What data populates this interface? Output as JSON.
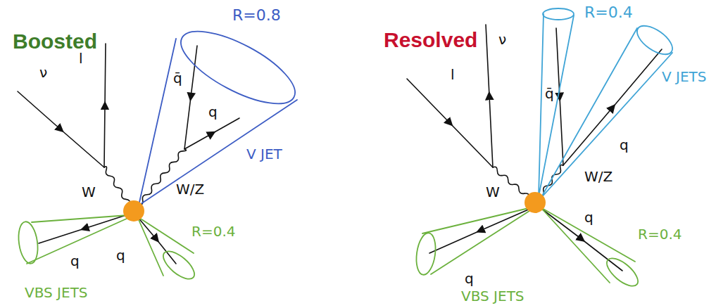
{
  "diagram": {
    "labels": [
      "Boosted",
      "R=0.8",
      "l",
      "ν",
      "q̄",
      "q",
      "V JET",
      "W",
      "W/Z",
      "R=0.4",
      "q",
      "q",
      "VBS JETS",
      "Resolved",
      "R=0.4",
      "ν",
      "l",
      "q̄",
      "V JETS",
      "q",
      "W",
      "W/Z",
      "R=0.4",
      "q",
      "q",
      "VBS JETS"
    ]
  }
}
